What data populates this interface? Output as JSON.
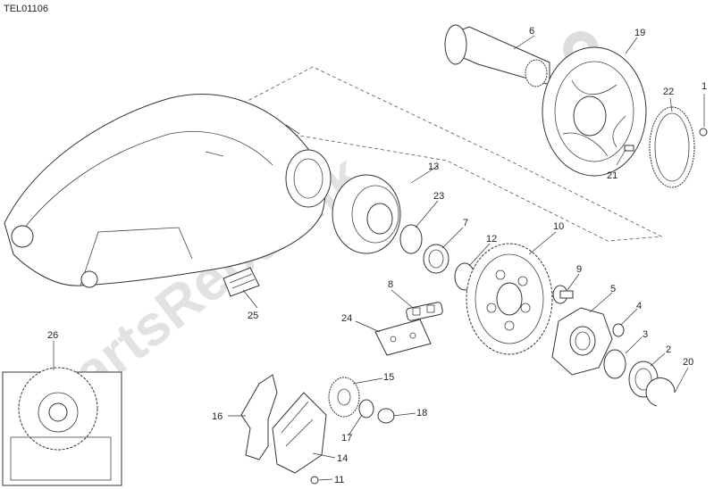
{
  "drawing_code": "TEL01106",
  "watermark": "PartsRepublik",
  "callouts": [
    "1",
    "2",
    "3",
    "4",
    "5",
    "6",
    "7",
    "8",
    "9",
    "10",
    "11",
    "12",
    "13",
    "14",
    "15",
    "16",
    "17",
    "18",
    "19",
    "20",
    "21",
    "22",
    "23",
    "24",
    "25",
    "26"
  ],
  "colors": {
    "line": "#333333",
    "background": "#ffffff",
    "watermark": "#e6e6e6"
  }
}
